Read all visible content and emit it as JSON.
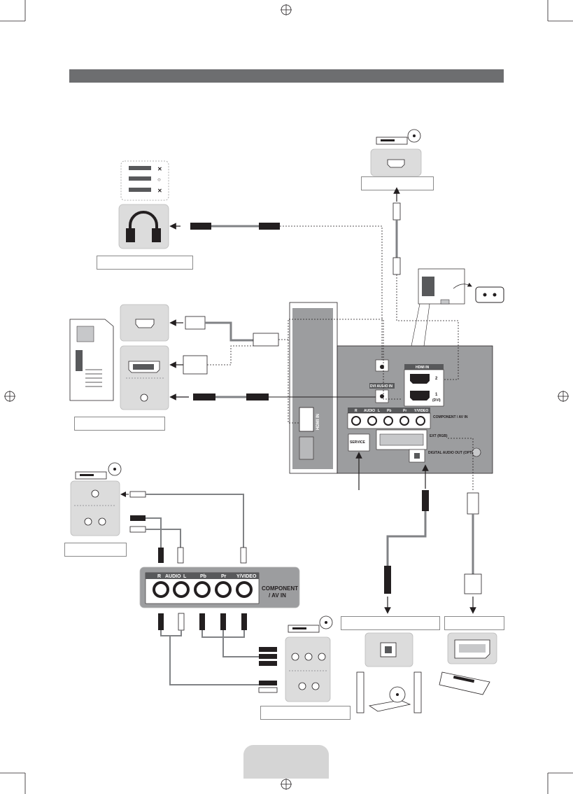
{
  "panel_labels": {
    "hdmi_in": "HDMI IN",
    "hdmi_port_2": "2",
    "hdmi_port_1": "1",
    "hdmi_port_1_sub": "(DVI)",
    "dvi_audio_in": "DVI AUDIO IN",
    "component_av_in": "COMPONENT / AV IN",
    "ext_rgb": "EXT (RGB)",
    "service": "SERVICE",
    "digital_audio_out": "DIGITAL AUDIO OUT (OPTICAL)",
    "audio_r": "R",
    "audio_l": "L",
    "audio": "AUDIO",
    "pb": "Pb",
    "pr": "Pr",
    "y_video": "Y/VIDEO",
    "side_hdmi": "HDMI IN",
    "zoom_r": "R",
    "zoom_audio": "AUDIO",
    "zoom_l": "L",
    "zoom_pb": "Pb",
    "zoom_pr": "Pr",
    "zoom_y_video": "Y/VIDEO",
    "zoom_component_line1": "COMPONENT",
    "zoom_component_line2": "/ AV IN"
  },
  "plug_marks": {
    "mark_1": "✕",
    "mark_2": "○",
    "mark_3": "✕"
  },
  "colors": {
    "header_bar": "#6d6e70",
    "panel_grey": "#9c9d9f",
    "panel_dark": "#58595b",
    "device_grey": "#dcdcdc",
    "cable_grey": "#808285",
    "page_tab": "#d5d5d5"
  },
  "icons": [
    "bluray-player-icon",
    "headphones-icon",
    "computer-tower-icon",
    "hdmi-port-icon",
    "dvi-port-icon",
    "tv-back-icon",
    "power-outlet-icon",
    "dvd-player-icon",
    "speaker-system-icon",
    "scart-device-icon",
    "optical-port-icon",
    "scart-port-icon"
  ]
}
